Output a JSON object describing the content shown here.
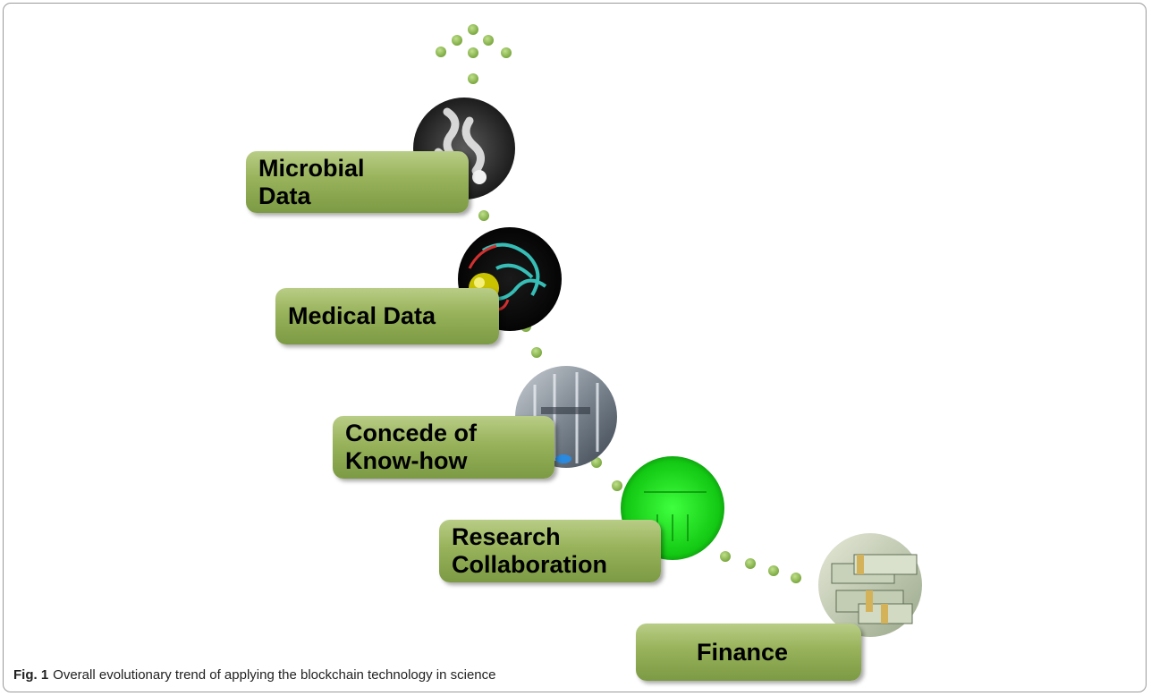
{
  "diagram": {
    "steps": [
      {
        "label": "Microbial Data",
        "image": "microbial-micrograph"
      },
      {
        "label": "Medical Data",
        "image": "protein-structure"
      },
      {
        "label": "Concede of Know-how",
        "image": "laboratory-equipment"
      },
      {
        "label": "Research Collaboration",
        "image": "green-gel-plate"
      },
      {
        "label": "Finance",
        "image": "money-stacks"
      }
    ],
    "label_lines": [
      [
        "Microbial",
        "Data"
      ],
      [
        "Medical Data"
      ],
      [
        "Concede of",
        "Know-how"
      ],
      [
        "Research",
        "Collaboration"
      ],
      [
        "Finance"
      ]
    ],
    "colors": {
      "label_fill": "#97b25a",
      "dot_fill": "#8fb556",
      "frame_border": "#9a9a9a"
    }
  },
  "caption": {
    "prefix": "Fig. 1",
    "text": "Overall evolutionary trend of applying the blockchain technology in science"
  }
}
